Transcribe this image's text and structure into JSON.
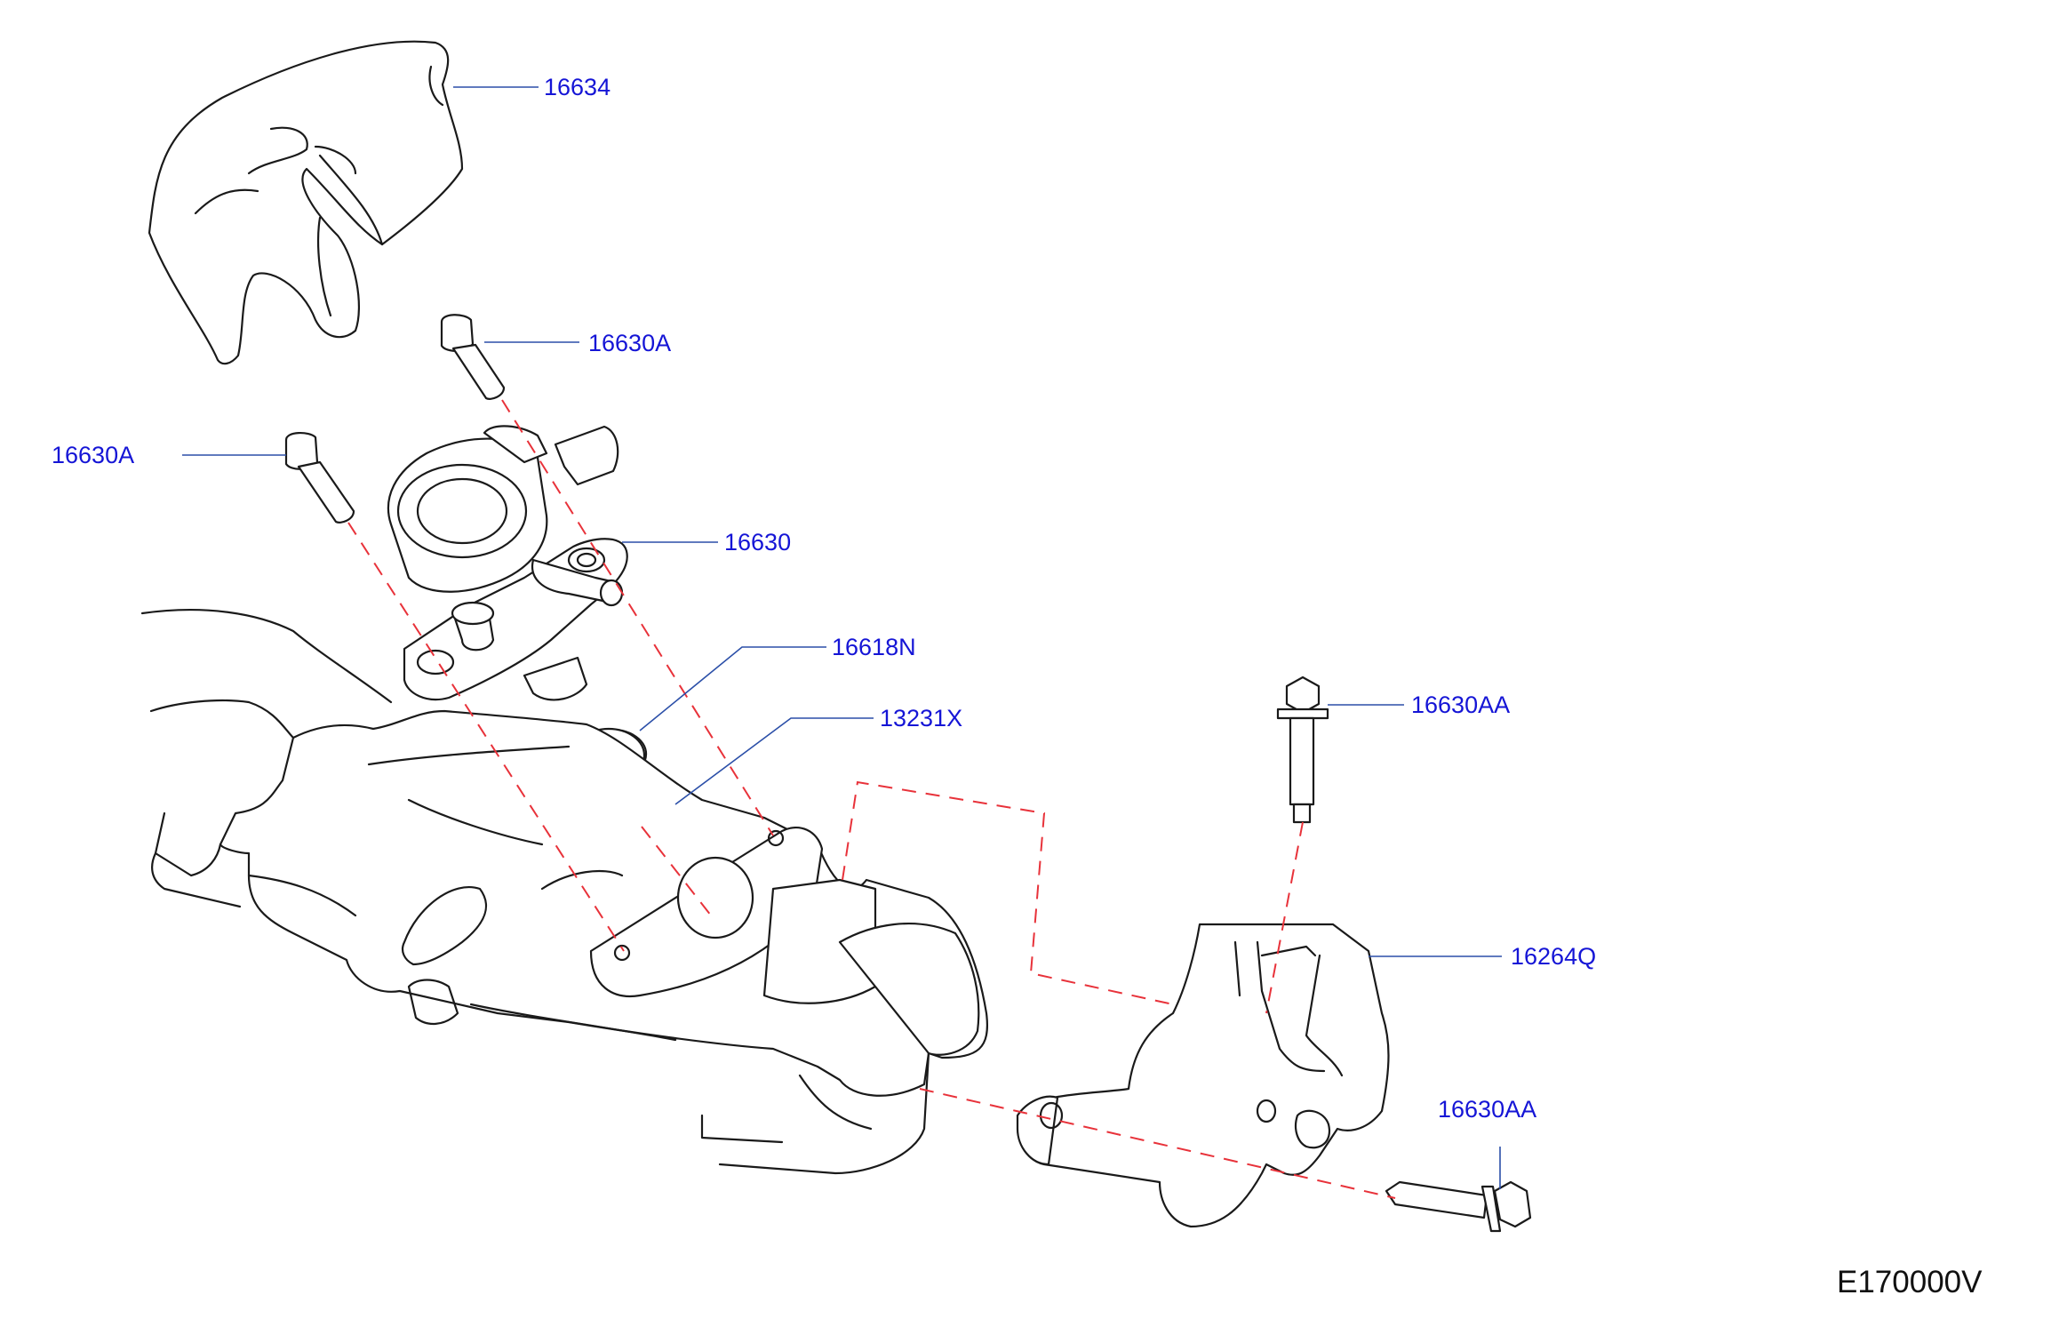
{
  "callouts": {
    "c16634": "16634",
    "c16630A_top": "16630A",
    "c16630A_left": "16630A",
    "c16630": "16630",
    "c16618N": "16618N",
    "c13231X": "13231X",
    "c16630AA_top": "16630AA",
    "c16264Q": "16264Q",
    "c16630AA_bottom": "16630AA"
  },
  "diagram_code": "E170000V",
  "colors": {
    "callout_text": "#1515d6",
    "leader_line": "#2b4fa8",
    "hidden_line": "#e8323a",
    "ink": "#1a1a1a"
  }
}
